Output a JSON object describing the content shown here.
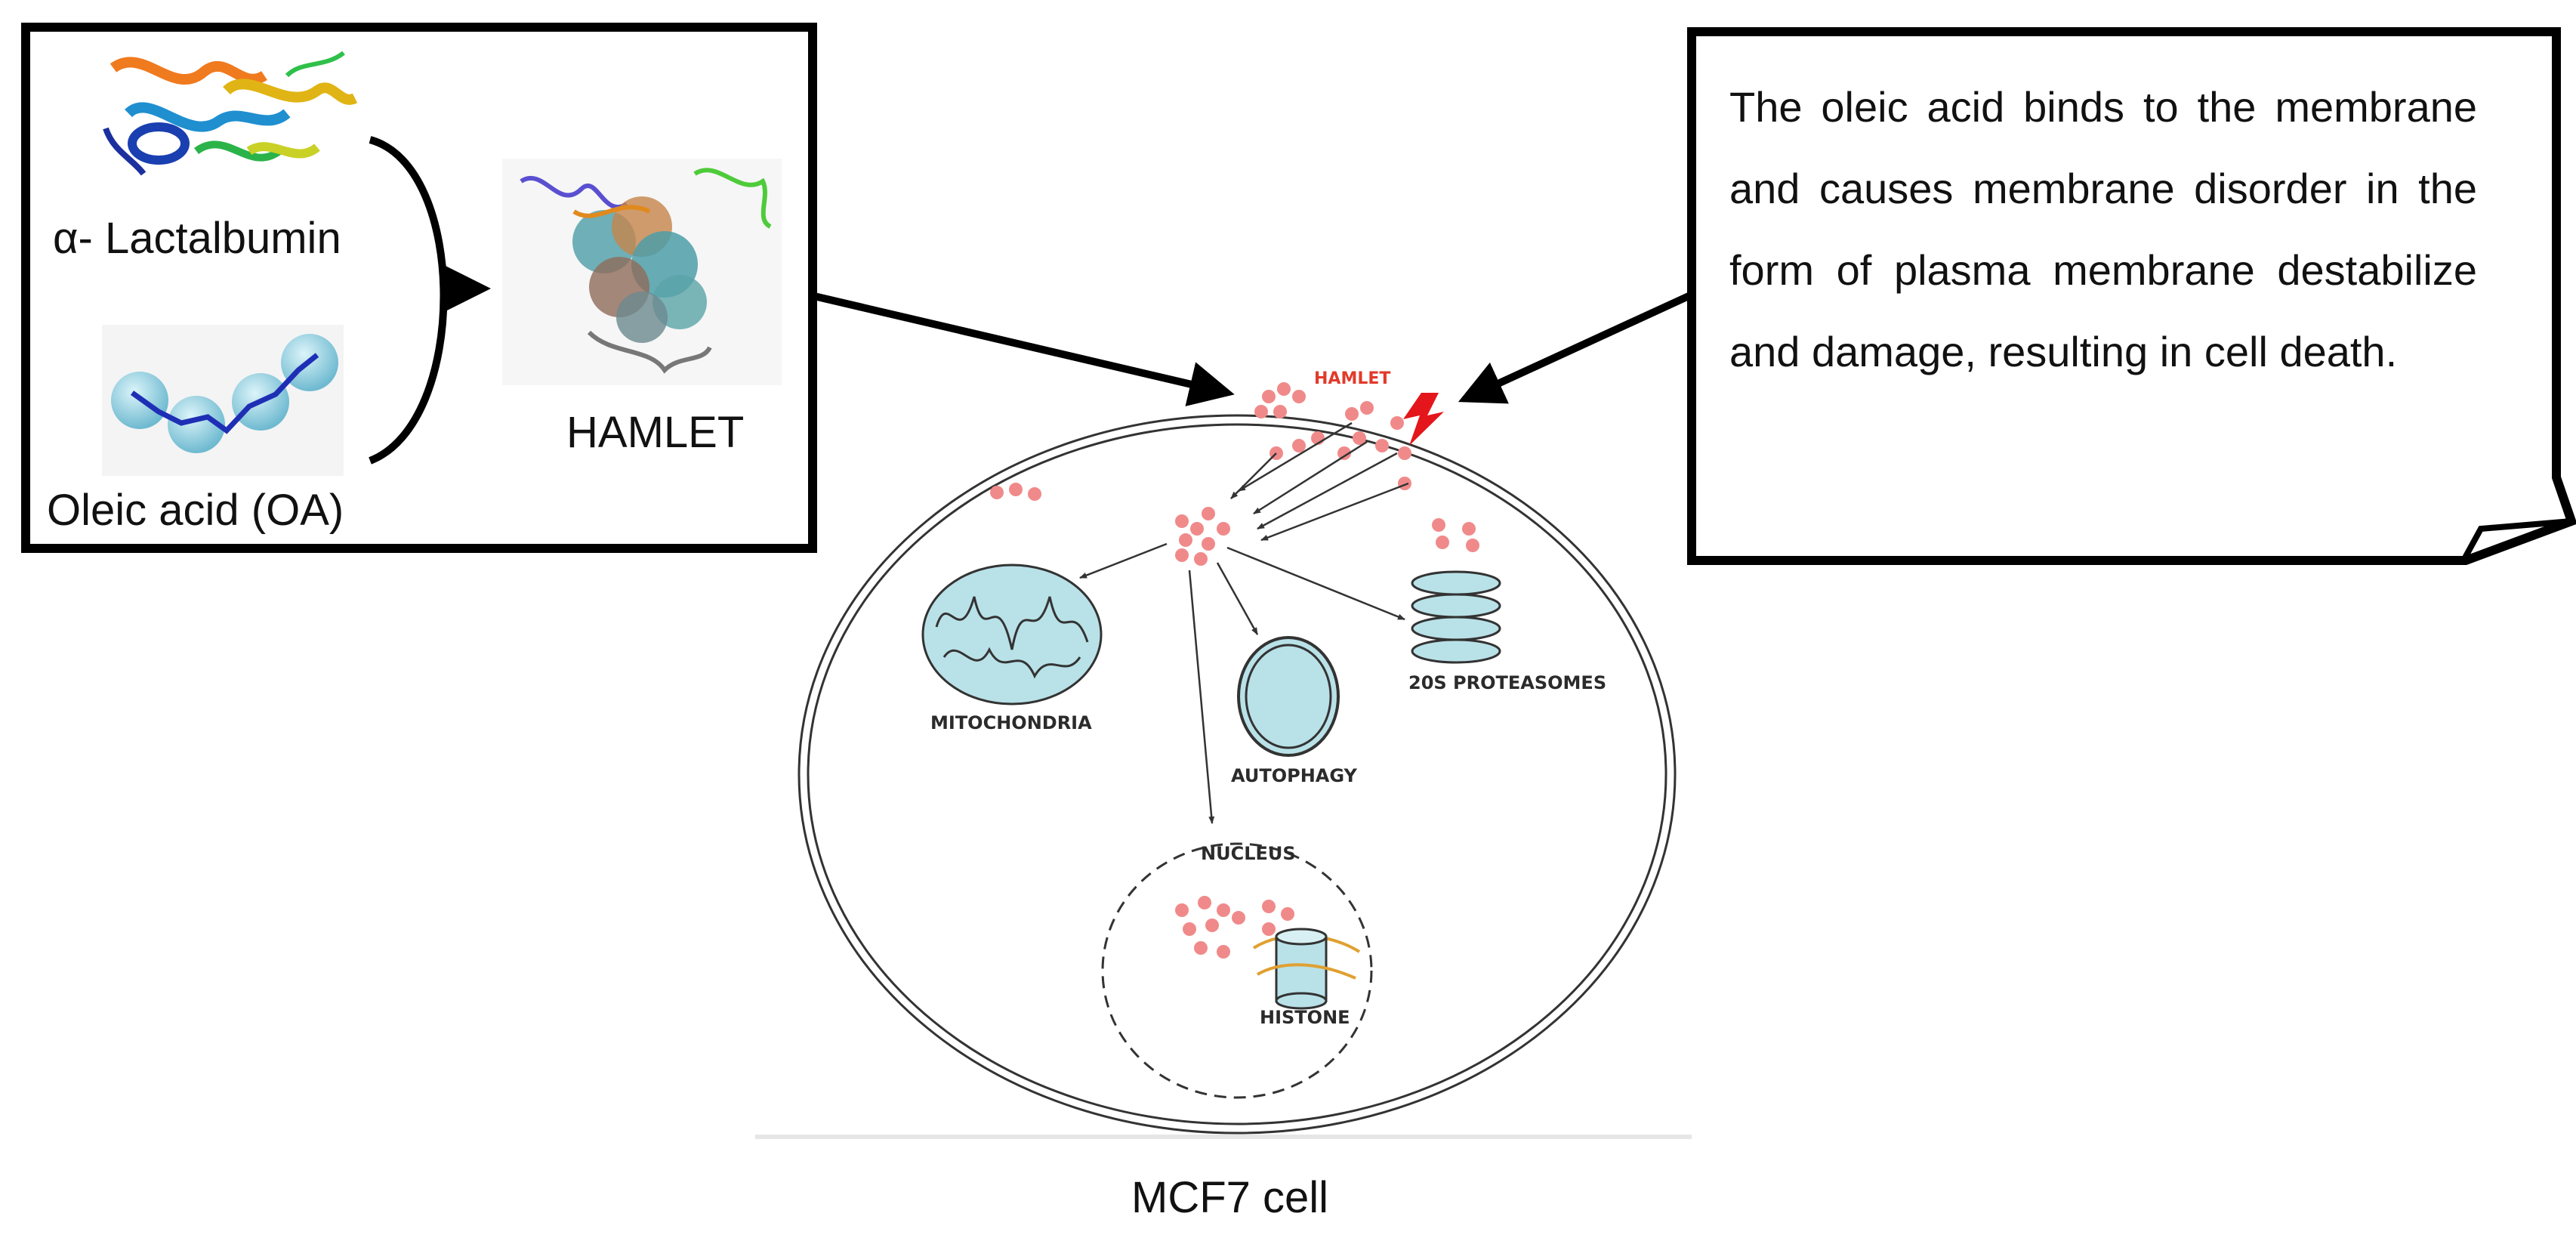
{
  "formation": {
    "protein_label": "α- Lactalbumin",
    "fatty_acid_label": "Oleic acid (OA)",
    "complex_label": "HAMLET"
  },
  "callout": {
    "text": "The oleic acid binds to the membrane and causes membrane disorder in the form of plasma membrane destabilize and damage, resulting in cell death."
  },
  "cell": {
    "hamlet_tag": "HAMLET",
    "organelles": {
      "mitochondria": "MITOCHONDRIA",
      "autophagy": "AUTOPHAGY",
      "proteasomes": "20S PROTEASOMES",
      "nucleus": "NUCLEUS",
      "histone": "HISTONE"
    },
    "caption": "MCF7 cell"
  },
  "colors": {
    "organelle_fill": "#b9e1e8",
    "hamlet_particle": "#f08a8a",
    "damage_bolt": "#e4161b"
  }
}
